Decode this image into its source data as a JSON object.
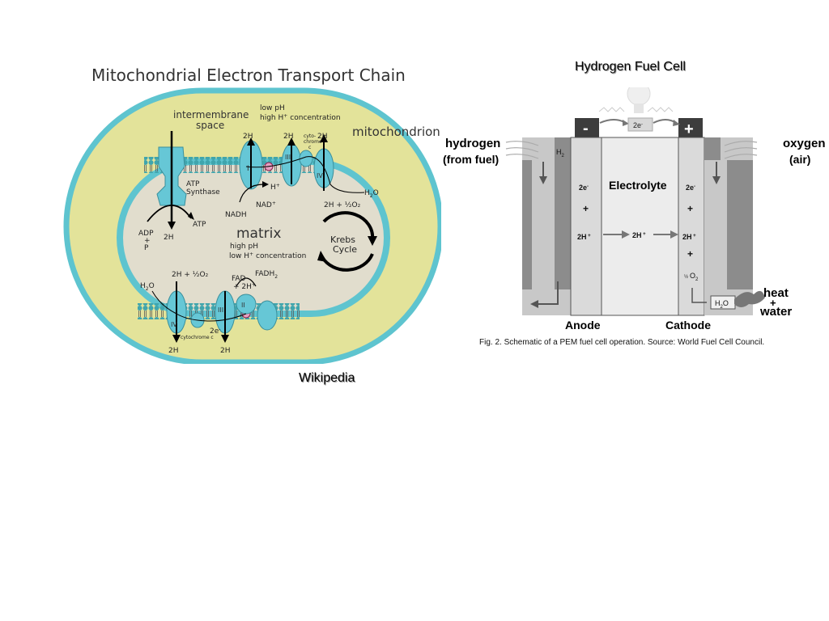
{
  "fuel_cell_title": "Hydrogen Fuel Cell",
  "credit": "Wikipedia",
  "mito": {
    "title": "Mitochondrial Electron Transport Chain",
    "intermembrane_space": [
      "intermembrane",
      "space"
    ],
    "low_ph": [
      "low pH",
      "high H",
      "concentration"
    ],
    "mitochondrion": "mitochondrion",
    "matrix": "matrix",
    "high_ph": [
      "high pH",
      "low H",
      "concentration"
    ],
    "krebs": [
      "Krebs",
      "Cycle"
    ],
    "atp_synthase": [
      "ATP",
      "Synthase"
    ],
    "atp": "ATP",
    "adp": [
      "ADP",
      "+",
      "P"
    ],
    "nadh": "NADH",
    "nad": "NAD",
    "fad": [
      "FAD",
      "+ 2H"
    ],
    "fadh2": "FADH",
    "h2o": "H",
    "two_h": "2H",
    "h_plus": "H",
    "half_o2": "2H + ½O₂",
    "cyto_c_top": [
      "cyto-",
      "chrome",
      "c"
    ],
    "cyto_c_bottom": "cytochrome c",
    "two_e": "2e",
    "complex_i": "I",
    "complex_ii": "II",
    "complex_iii": "III",
    "complex_iv": "IV",
    "colors": {
      "outer_membrane": "#5ec4cf",
      "intermembrane": "#e3e39a",
      "matrix_fill": "#e1ddcd",
      "protein": "#66c7d6",
      "lipid_head": "#3fa5ad"
    }
  },
  "fuel_cell": {
    "minus": "-",
    "plus": "+",
    "electron_flow": "2e",
    "hydrogen": [
      "hydrogen",
      "(from fuel)"
    ],
    "oxygen": [
      "oxygen",
      "(air)"
    ],
    "h2": "H",
    "electrolyte": "Electrolyte",
    "anode_electron": "2e",
    "anode_plus": "+",
    "anode_proton": "2H",
    "mid_proton": "2H",
    "cathode_electron": "2e",
    "cathode_plus1": "+",
    "cathode_proton": "2H",
    "cathode_plus2": "+",
    "half_o2": "O",
    "water_label": "H",
    "heat_water": [
      "heat",
      "+",
      "water"
    ],
    "anode": "Anode",
    "cathode": "Cathode",
    "caption": "Fig. 2.  Schematic of a PEM fuel cell operation. Source: World Fuel Cell Council.",
    "colors": {
      "terminal": "#3d3d3d",
      "plate": "#c8c8c8",
      "channel": "#8c8c8c",
      "electrode": "#dadada",
      "electrolyte": "#ececec"
    }
  }
}
